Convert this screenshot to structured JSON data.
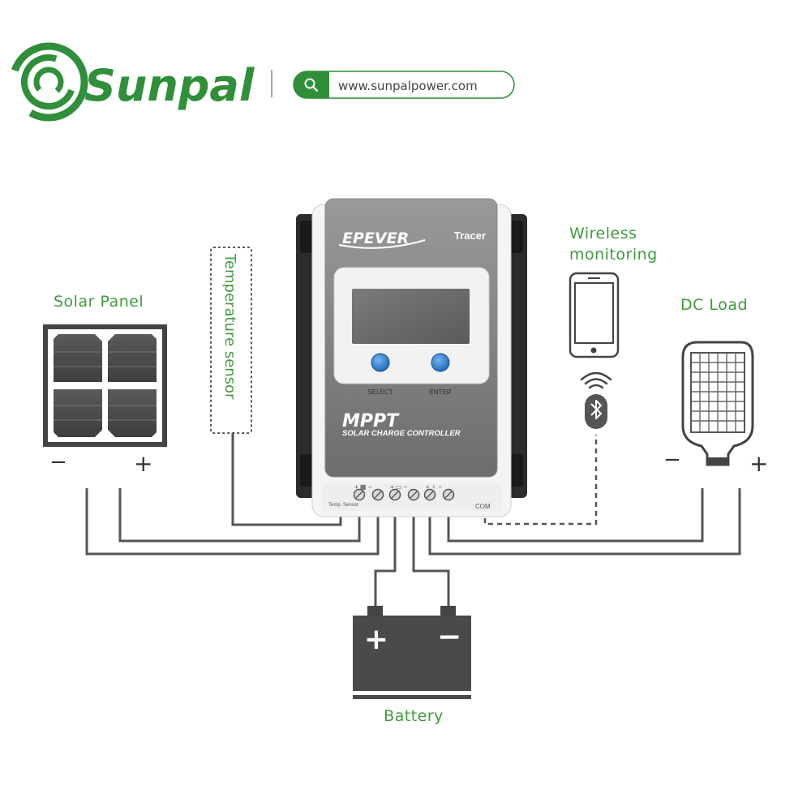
{
  "brand": {
    "name": "Sunpal",
    "website": "www.sunpalpower.com",
    "accent_color": "#2f8f3a"
  },
  "controller": {
    "brand": "EPEVER",
    "model": "Tracer",
    "button_select": "SELECT",
    "button_enter": "ENTER",
    "title": "MPPT",
    "subtitle": "SOLAR CHARGE CONTROLLER",
    "temp_port_label": "Temp. Sensor",
    "com_label": "COM",
    "terminal_polarity": {
      "plus": "+",
      "minus": "−"
    }
  },
  "components": {
    "solar_panel": {
      "label": "Solar Panel",
      "minus": "−",
      "plus": "+"
    },
    "temperature_sensor": {
      "label": "Temperature sensor"
    },
    "wireless": {
      "label_line1": "Wireless",
      "label_line2": "monitoring",
      "icons": [
        "smartphone-icon",
        "wifi-signal-icon",
        "bluetooth-icon"
      ]
    },
    "dc_load": {
      "label": "DC Load",
      "minus": "−",
      "plus": "+"
    },
    "battery": {
      "label": "Battery",
      "plus": "+",
      "minus": "−"
    }
  },
  "colors": {
    "label_green": "#3f9a3c",
    "device_dark": "#4a4a4a",
    "wire": "#555555",
    "knob_blue": "#2f7fd0"
  }
}
